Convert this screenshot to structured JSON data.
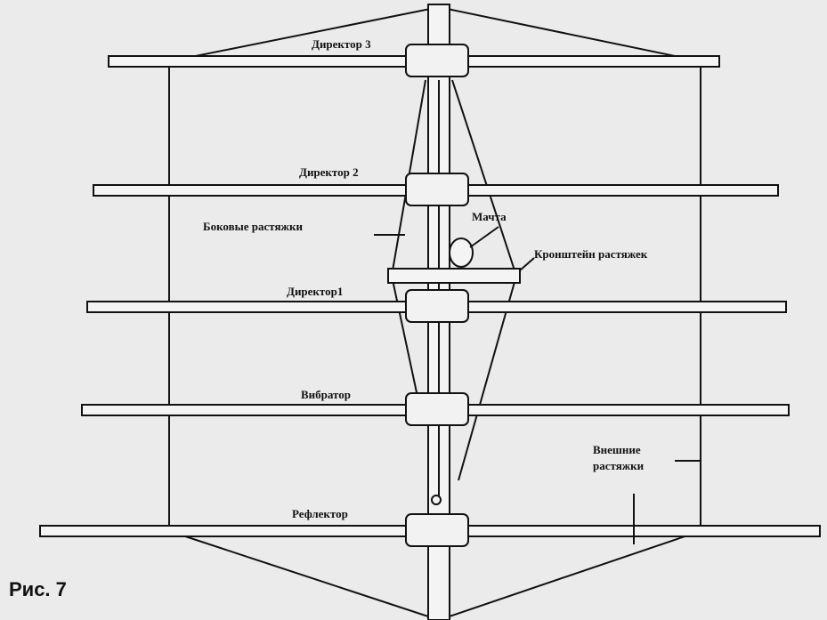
{
  "figure_label": "Рис. 7",
  "labels": {
    "director3": "Директор 3",
    "director2": "Директор 2",
    "side_guys": "Боковые растяжки",
    "mast": "Мачта",
    "guy_bracket": "Кронштейн растяжек",
    "director1": "Директор1",
    "vibrator": "Вибратор",
    "outer_guys_line1": "Внешние",
    "outer_guys_line2": "растяжки",
    "reflector": "Рефлектор"
  }
}
